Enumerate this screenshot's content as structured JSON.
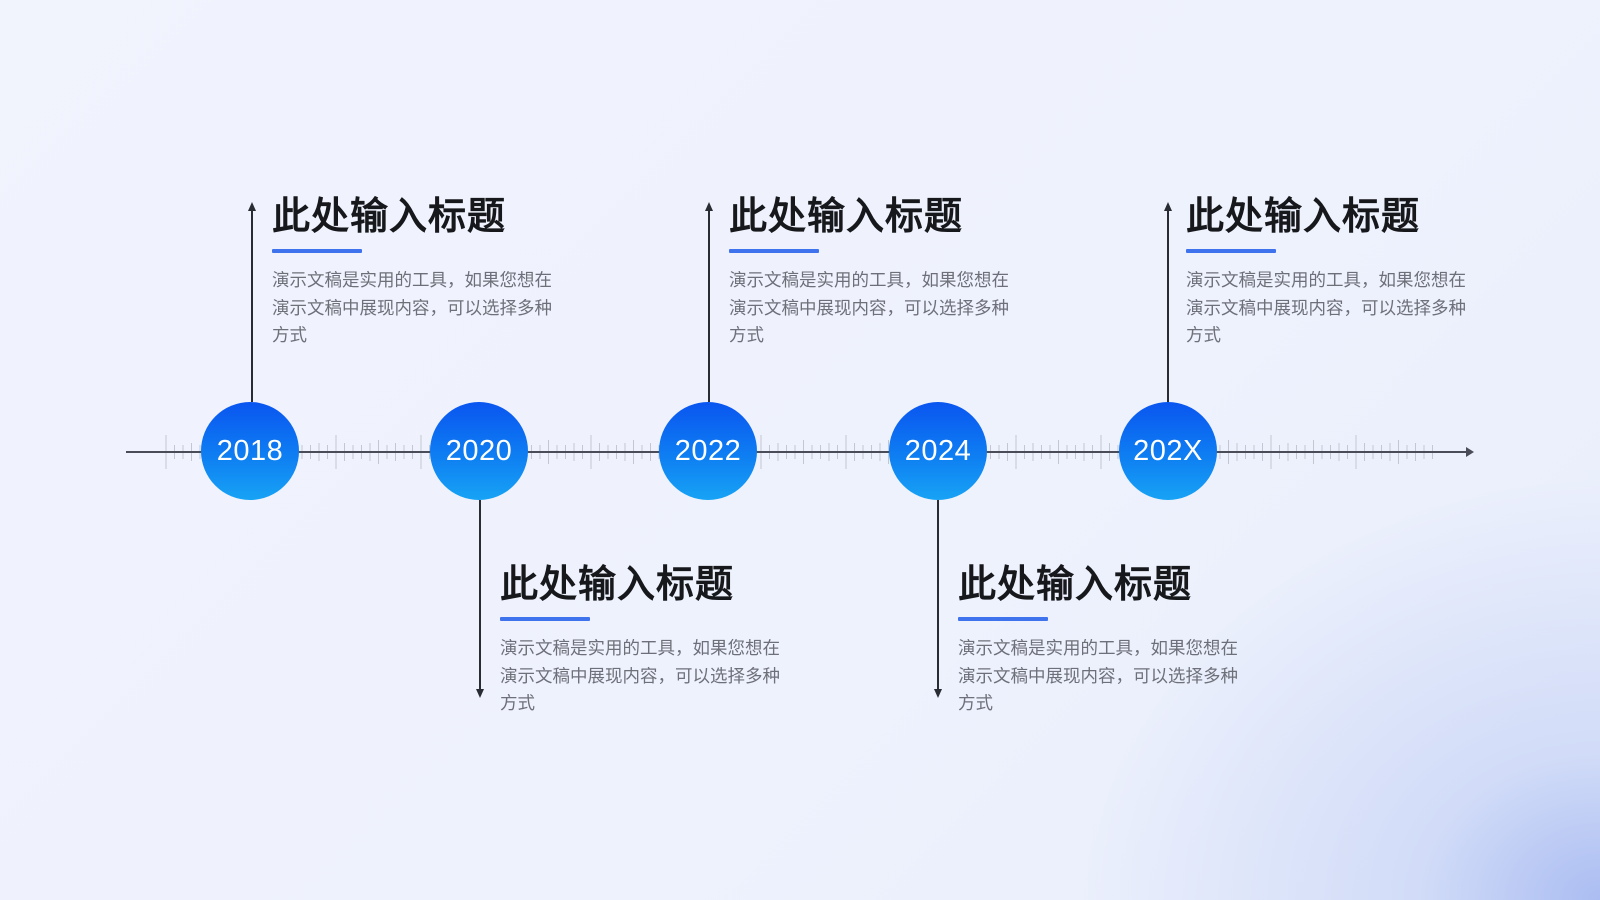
{
  "colors": {
    "background": "#eef2fd",
    "node_gradient_top": "#0a55f0",
    "node_gradient_bottom": "#17a3f5",
    "accent_underline": "#3f73ee",
    "title_text": "#17181c",
    "body_text": "#6e7079",
    "axis": "#4a4d57"
  },
  "timeline": {
    "nodes": [
      {
        "year": "2018",
        "direction": "up"
      },
      {
        "year": "2020",
        "direction": "down"
      },
      {
        "year": "2022",
        "direction": "up"
      },
      {
        "year": "2024",
        "direction": "down"
      },
      {
        "year": "202X",
        "direction": "up"
      }
    ],
    "items": [
      {
        "title": "此处输入标题",
        "description": "演示文稿是实用的工具，如果您想在演示文稿中展现内容，可以选择多种方式"
      },
      {
        "title": "此处输入标题",
        "description": "演示文稿是实用的工具，如果您想在演示文稿中展现内容，可以选择多种方式"
      },
      {
        "title": "此处输入标题",
        "description": "演示文稿是实用的工具，如果您想在演示文稿中展现内容，可以选择多种方式"
      },
      {
        "title": "此处输入标题",
        "description": "演示文稿是实用的工具，如果您想在演示文稿中展现内容，可以选择多种方式"
      },
      {
        "title": "此处输入标题",
        "description": "演示文稿是实用的工具，如果您想在演示文稿中展现内容，可以选择多种方式"
      }
    ]
  }
}
